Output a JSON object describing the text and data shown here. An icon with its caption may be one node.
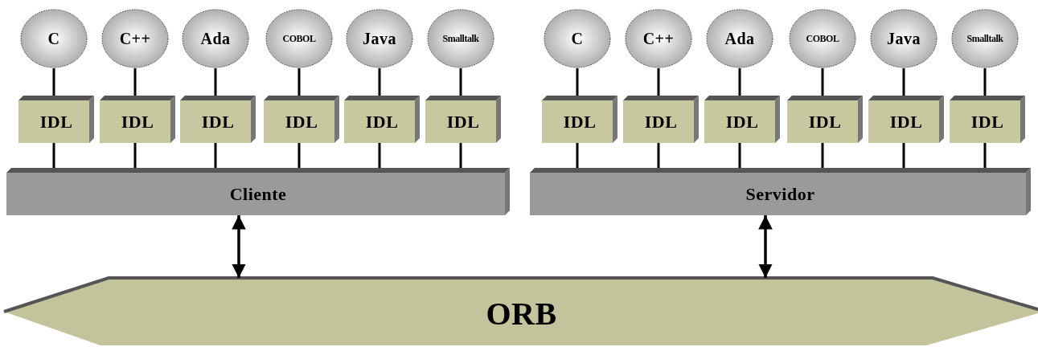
{
  "diagram": {
    "nodes": [
      {
        "text": [
          "C"
        ]
      },
      {
        "text": [
          "C++"
        ]
      },
      {
        "text": [
          "Ada"
        ]
      },
      {
        "text": [
          "COBOL"
        ]
      },
      {
        "text": [
          "Java"
        ]
      },
      {
        "text": [
          "Smalltalk"
        ]
      },
      {
        "text": [
          "C"
        ]
      },
      {
        "text": [
          "C++"
        ]
      },
      {
        "text": [
          "Ada"
        ]
      },
      {
        "text": [
          "COBOL"
        ]
      },
      {
        "text": [
          "Java"
        ]
      },
      {
        "text": [
          "Smalltalk"
        ]
      },
      {
        "text": [
          "IDL"
        ]
      },
      {
        "text": [
          "IDL"
        ]
      },
      {
        "text": [
          "IDL"
        ]
      },
      {
        "text": [
          "IDL"
        ]
      },
      {
        "text": [
          "IDL"
        ]
      },
      {
        "text": [
          "IDL"
        ]
      },
      {
        "text": [
          "IDL"
        ]
      },
      {
        "text": [
          "IDL"
        ]
      },
      {
        "text": [
          "IDL"
        ]
      },
      {
        "text": [
          "IDL"
        ]
      },
      {
        "text": [
          "IDL"
        ]
      },
      {
        "text": [
          "IDL"
        ]
      },
      {
        "text": [
          "Cliente"
        ]
      },
      {
        "text": [
          "Servidor"
        ]
      },
      {
        "text": [
          "ORB"
        ]
      }
    ],
    "edges": [
      {
        "from": 0,
        "to": 12,
        "arrow": "none"
      },
      {
        "from": 1,
        "to": 13,
        "arrow": "none"
      },
      {
        "from": 2,
        "to": 14,
        "arrow": "none"
      },
      {
        "from": 3,
        "to": 15,
        "arrow": "none"
      },
      {
        "from": 4,
        "to": 16,
        "arrow": "none"
      },
      {
        "from": 5,
        "to": 17,
        "arrow": "none"
      },
      {
        "from": 6,
        "to": 18,
        "arrow": "none"
      },
      {
        "from": 7,
        "to": 19,
        "arrow": "none"
      },
      {
        "from": 8,
        "to": 20,
        "arrow": "none"
      },
      {
        "from": 9,
        "to": 21,
        "arrow": "none"
      },
      {
        "from": 10,
        "to": 22,
        "arrow": "none"
      },
      {
        "from": 11,
        "to": 23,
        "arrow": "none"
      },
      {
        "from": 12,
        "to": 24,
        "arrow": "none"
      },
      {
        "from": 13,
        "to": 24,
        "arrow": "none"
      },
      {
        "from": 14,
        "to": 24,
        "arrow": "none"
      },
      {
        "from": 15,
        "to": 24,
        "arrow": "none"
      },
      {
        "from": 16,
        "to": 24,
        "arrow": "none"
      },
      {
        "from": 17,
        "to": 24,
        "arrow": "none"
      },
      {
        "from": 18,
        "to": 25,
        "arrow": "none"
      },
      {
        "from": 19,
        "to": 25,
        "arrow": "none"
      },
      {
        "from": 20,
        "to": 25,
        "arrow": "none"
      },
      {
        "from": 21,
        "to": 25,
        "arrow": "none"
      },
      {
        "from": 22,
        "to": 25,
        "arrow": "none"
      },
      {
        "from": 23,
        "to": 25,
        "arrow": "none"
      },
      {
        "from": 24,
        "to": 26,
        "arrow": "both"
      },
      {
        "from": 25,
        "to": 26,
        "arrow": "both"
      }
    ]
  }
}
